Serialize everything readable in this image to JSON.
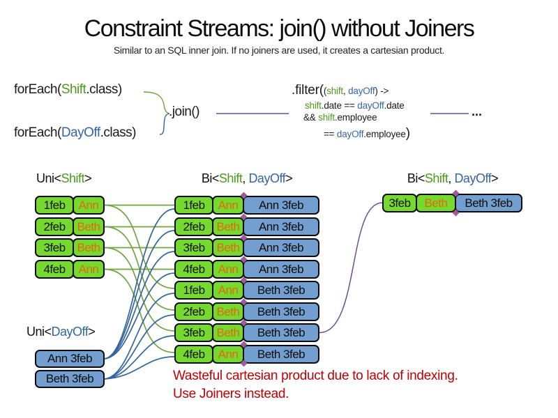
{
  "title": "Constraint Streams: join() without Joiners",
  "subtitle": "Similar to an SQL inner join. If no joiners are used, it creates a cartesian product.",
  "code": {
    "foreach_shift": {
      "pre": "forEach(",
      "cls": "Shift",
      "post": ".class)"
    },
    "foreach_dayoff": {
      "pre": "forEach(",
      "cls": "DayOff",
      "post": ".class)"
    },
    "join": ".join()",
    "filter": {
      "head": ".filter(",
      "arg_open": "(",
      "arg1": "shift",
      "arg_sep": ", ",
      "arg2": "dayOff",
      "arg_close": ") ->",
      "l2_t1": "shift",
      "l2_t2": ".date == ",
      "l2_t3": "dayOff",
      "l2_t4": ".date",
      "l3_t1": "&& ",
      "l3_t2": "shift",
      "l3_t3": ".employee",
      "l4_t1": "== ",
      "l4_t2": "dayOff",
      "l4_t3": ".employee",
      "l4_close": ")"
    },
    "ellipsis": "..."
  },
  "labels": {
    "uni_shift": {
      "pre": "Uni<",
      "cls": "Shift",
      "post": ">"
    },
    "bi_mid": {
      "pre": "Bi<",
      "shift": "Shift",
      "sep": ", ",
      "dayoff": "DayOff",
      "post": ">"
    },
    "bi_right": {
      "pre": "Bi<",
      "shift": "Shift",
      "sep": ", ",
      "dayoff": "DayOff",
      "post": ">"
    },
    "uni_dayoff": {
      "pre": "Uni<",
      "cls": "DayOff",
      "post": ">"
    }
  },
  "columns": {
    "shift_rows": [
      {
        "date": "1feb",
        "name": "Ann"
      },
      {
        "date": "2feb",
        "name": "Beth"
      },
      {
        "date": "3feb",
        "name": "Beth"
      },
      {
        "date": "4feb",
        "name": "Ann"
      }
    ],
    "dayoff_rows": [
      {
        "pair": "Ann 3feb"
      },
      {
        "pair": "Beth 3feb"
      }
    ],
    "middle_rows": [
      {
        "date": "1feb",
        "name": "Ann",
        "pair": "Ann 3feb"
      },
      {
        "date": "2feb",
        "name": "Beth",
        "pair": "Ann 3feb"
      },
      {
        "date": "3feb",
        "name": "Beth",
        "pair": "Ann 3feb"
      },
      {
        "date": "4feb",
        "name": "Ann",
        "pair": "Ann 3feb"
      },
      {
        "date": "1feb",
        "name": "Ann",
        "pair": "Beth 3feb"
      },
      {
        "date": "2feb",
        "name": "Beth",
        "pair": "Beth 3feb"
      },
      {
        "date": "3feb",
        "name": "Beth",
        "pair": "Beth 3feb"
      },
      {
        "date": "4feb",
        "name": "Ann",
        "pair": "Beth 3feb"
      }
    ],
    "right_rows": [
      {
        "date": "3feb",
        "name": "Beth",
        "pair": "Beth 3feb"
      }
    ]
  },
  "note": {
    "line1": "Wasteful cartesian product due to lack of indexing.",
    "line2": "Use Joiners instead."
  },
  "colors": {
    "box-green": "#76d92f",
    "box-blue": "#729fcf",
    "txt-orange": "#e3690b",
    "txt-green": "#4b9b1d",
    "txt-blue": "#3465a4",
    "line-green": "#6fa43f",
    "line-blue": "#33669c",
    "line-purple": "#6b4e8f",
    "txt-red": "#c00000",
    "diamond": "#a05a9a"
  }
}
